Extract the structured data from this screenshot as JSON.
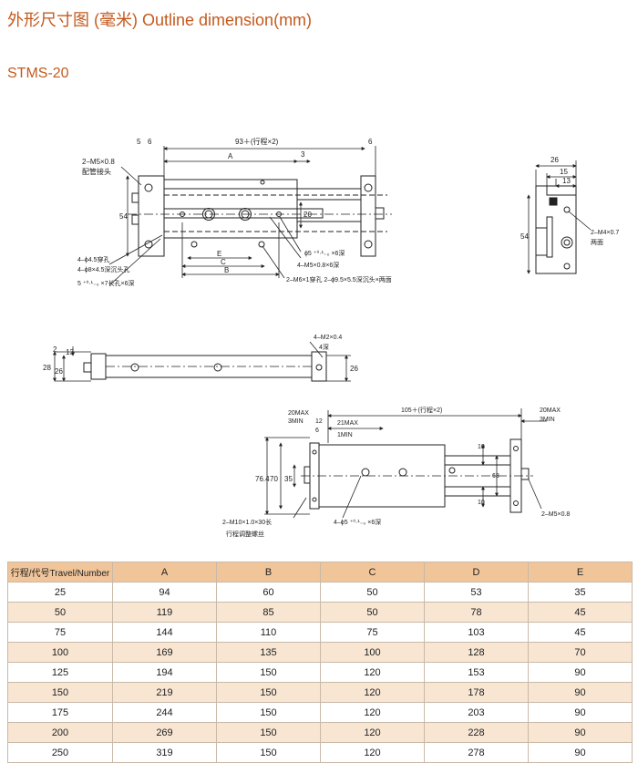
{
  "title": "外形尺寸图 (毫米) Outline dimension(mm)",
  "model": "STMS-20",
  "colors": {
    "accent": "#c45a1e",
    "table_header": "#f0c59a",
    "table_stripe": "#f8e6d2"
  },
  "drawing_labels": {
    "d_5": "5",
    "d_6": "6",
    "d_93": "93＋(行程×2)",
    "d_6r": "6",
    "d_A": "A",
    "d_3": "3",
    "d_m5_pipe": "2–M5×0.8",
    "d_pipe": "配管接头",
    "d_54": "54",
    "d_20": "20",
    "d_phi5": "ϕ5 ⁺⁰·¹₋₀ ×6深",
    "d_m5_6": "4–M5×0.8×6深",
    "d_E": "E",
    "d_C": "C",
    "d_B": "B",
    "d_45": "4–ϕ4.5穿孔",
    "d_8": "4–ϕ8×4.5深沉头孔",
    "d_slot": "5 ⁺⁰·¹₋₀ ×7长孔×6深",
    "d_m6": "2–M6×1穿孔 2–ϕ9.5×5.5深沉头×两面",
    "s_26": "26",
    "s_15": "15",
    "s_13": "13",
    "s_54": "54",
    "s_m4": "2–M4×0.7",
    "s_both": "两面",
    "m_2": "2",
    "m_13": "13",
    "m_28": "28",
    "m_26": "26",
    "m_m2": "4–M2×0.4",
    "m_4": "4深",
    "m_26r": "26",
    "b_20max": "20MAX",
    "b_3min": "3MIN",
    "b_12": "12",
    "b_6": "6",
    "b_21max": "21MAX",
    "b_1min": "1MIN",
    "b_105": "105＋(行程×2)",
    "b_20max_r": "20MAX",
    "b_3min_r": "3MIN",
    "b_10": "10",
    "b_764": "76.4",
    "b_70": "70",
    "b_35": "35",
    "b_68": "68",
    "b_10b": "10",
    "b_m10": "2–M10×1.0×30长",
    "b_adj": "行程调整螺丝",
    "b_phi5": "4–ϕ5 ⁺⁰·¹₋₀ ×6深",
    "b_m5": "2–M5×0.8"
  },
  "table": {
    "headers": [
      "行程/代号Travel/Number",
      "A",
      "B",
      "C",
      "D",
      "E"
    ],
    "rows": [
      [
        "25",
        "94",
        "60",
        "50",
        "53",
        "35"
      ],
      [
        "50",
        "119",
        "85",
        "50",
        "78",
        "45"
      ],
      [
        "75",
        "144",
        "110",
        "75",
        "103",
        "45"
      ],
      [
        "100",
        "169",
        "135",
        "100",
        "128",
        "70"
      ],
      [
        "125",
        "194",
        "150",
        "120",
        "153",
        "90"
      ],
      [
        "150",
        "219",
        "150",
        "120",
        "178",
        "90"
      ],
      [
        "175",
        "244",
        "150",
        "120",
        "203",
        "90"
      ],
      [
        "200",
        "269",
        "150",
        "120",
        "228",
        "90"
      ],
      [
        "250",
        "319",
        "150",
        "120",
        "278",
        "90"
      ]
    ]
  }
}
